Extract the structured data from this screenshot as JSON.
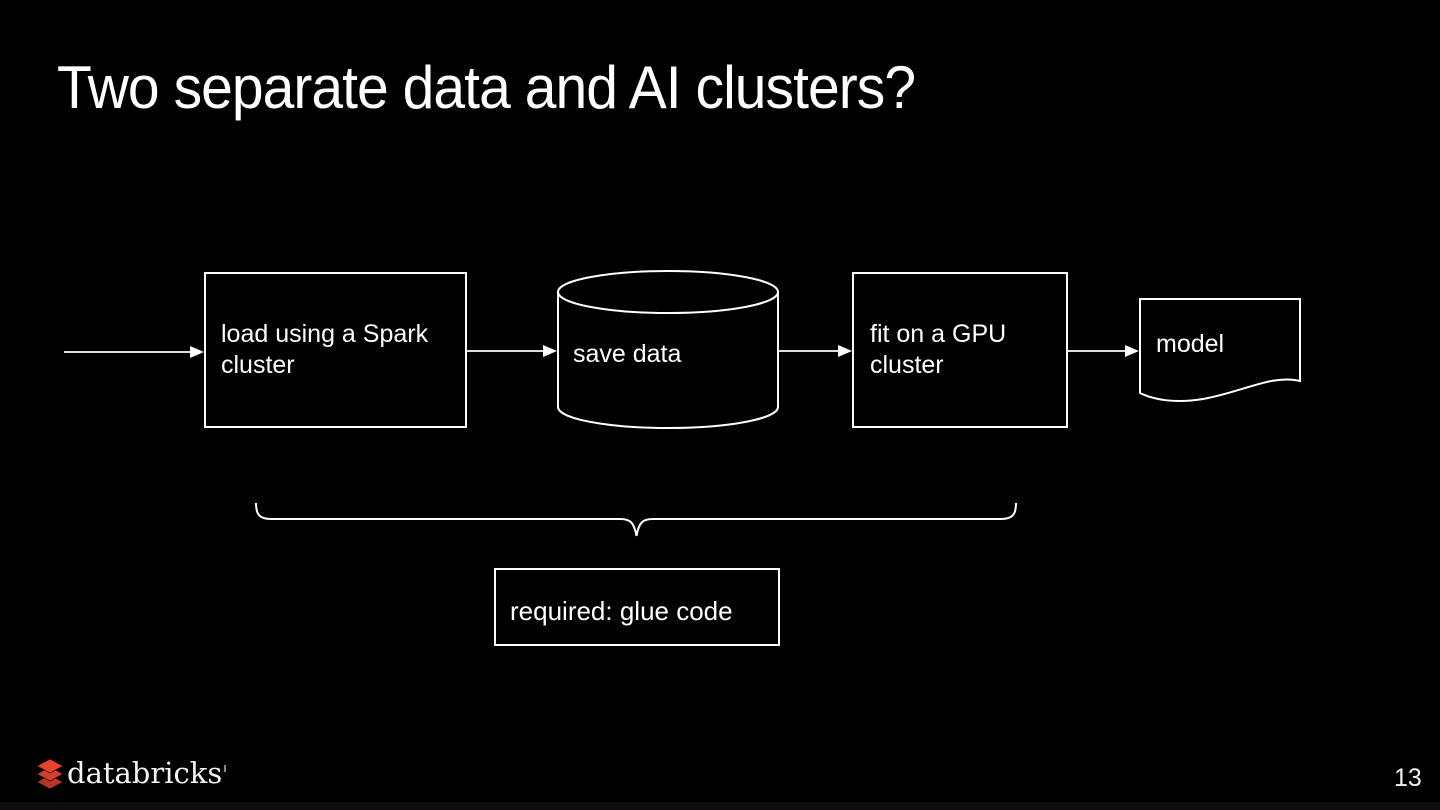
{
  "slide": {
    "title": "Two separate data and AI clusters?",
    "page_number": "13"
  },
  "diagram": {
    "nodes": {
      "spark_box": {
        "label": "load using a Spark cluster",
        "shape": "rectangle"
      },
      "data_store": {
        "label": "save data",
        "shape": "database-cylinder"
      },
      "gpu_box": {
        "label": "fit on a GPU cluster",
        "shape": "rectangle"
      },
      "model_doc": {
        "label": "model",
        "shape": "document"
      }
    },
    "edges": [
      {
        "from": "input",
        "to": "spark_box"
      },
      {
        "from": "spark_box",
        "to": "data_store"
      },
      {
        "from": "data_store",
        "to": "gpu_box"
      },
      {
        "from": "gpu_box",
        "to": "model_doc"
      }
    ],
    "annotation": {
      "label": "required: glue code",
      "brace_spans": "spark_box through gpu_box"
    }
  },
  "footer": {
    "logo_text": "databricks"
  },
  "colors": {
    "background": "#000000",
    "foreground": "#ffffff",
    "logo_red": "#E8432E",
    "logo_red_dark": "#B5372A"
  }
}
